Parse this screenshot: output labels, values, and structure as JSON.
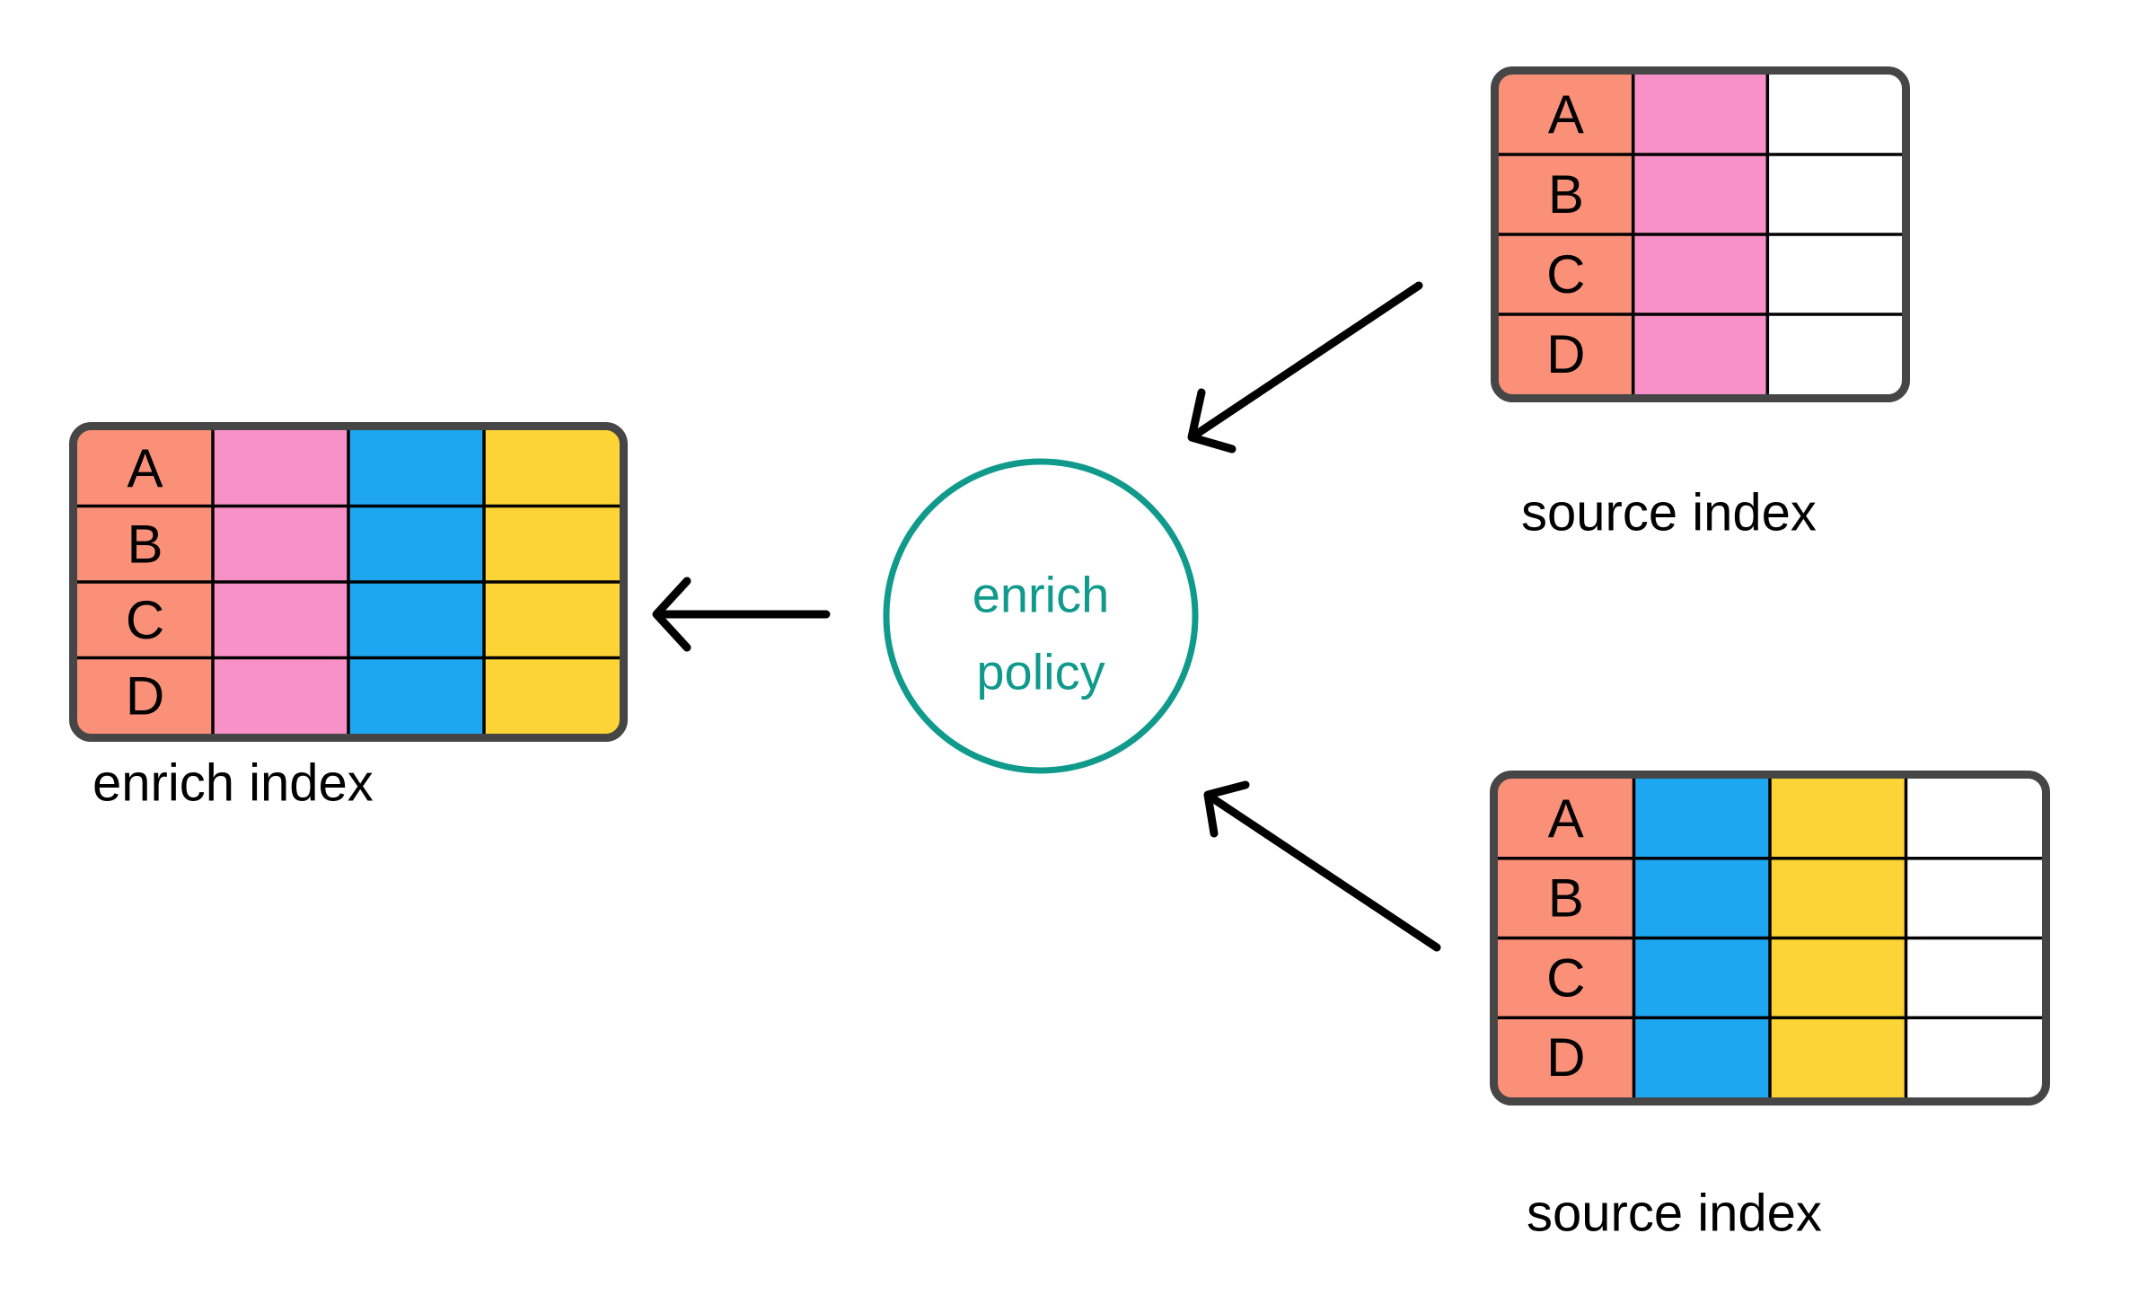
{
  "diagram_title": "",
  "colors": {
    "salmon": "#FA9078",
    "pink": "#F891C7",
    "blue": "#1EA7F1",
    "yellow": "#FDD435",
    "white": "#FFFFFF",
    "teal": "#0F9A8C",
    "border_gray": "#464646",
    "grid_black": "#000000",
    "arrow": "#000000",
    "text_black": "#000000"
  },
  "policy": {
    "line1": "enrich",
    "line2": "policy"
  },
  "tables": {
    "enrich": {
      "label": "enrich index",
      "rows": [
        "A",
        "B",
        "C",
        "D"
      ],
      "columns": [
        "salmon",
        "pink",
        "blue",
        "yellow"
      ]
    },
    "source_top": {
      "label": "source index",
      "rows": [
        "A",
        "B",
        "C",
        "D"
      ],
      "columns": [
        "salmon",
        "pink",
        "white"
      ]
    },
    "source_bottom": {
      "label": "source index",
      "rows": [
        "A",
        "B",
        "C",
        "D"
      ],
      "columns": [
        "salmon",
        "blue",
        "yellow",
        "white"
      ]
    }
  },
  "arrows": [
    {
      "from": "source index (top)",
      "to": "enrich policy"
    },
    {
      "from": "source index (bottom)",
      "to": "enrich policy"
    },
    {
      "from": "enrich policy",
      "to": "enrich index"
    }
  ]
}
